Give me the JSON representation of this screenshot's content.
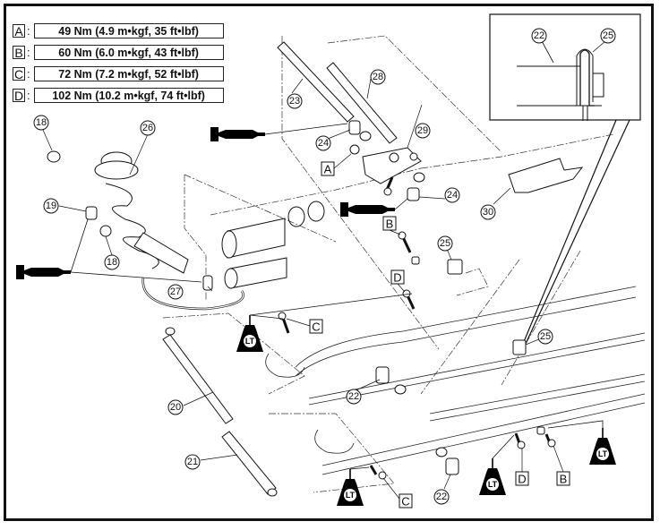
{
  "torque_specs": [
    {
      "key": "A",
      "value": "49 Nm (4.9 m•kgf, 35 ft•lbf)"
    },
    {
      "key": "B",
      "value": "60 Nm (6.0 m•kgf, 43 ft•lbf)"
    },
    {
      "key": "C",
      "value": "72 Nm (7.2 m•kgf, 52 ft•lbf)"
    },
    {
      "key": "D",
      "value": "102 Nm (10.2 m•kgf, 74 ft•lbf)"
    }
  ],
  "inset": {
    "callouts": [
      "22",
      "25"
    ]
  },
  "callouts": {
    "c18a": "18",
    "c18b": "18",
    "c19": "19",
    "c20": "20",
    "c21": "21",
    "c22a": "22",
    "c22b": "22",
    "c23": "23",
    "c24a": "24",
    "c24b": "24",
    "c25a": "25",
    "c25b": "25",
    "c26": "26",
    "c27": "27",
    "c28": "28",
    "c29": "29",
    "c30": "30"
  },
  "torque_labels": {
    "a1": "A",
    "b1": "B",
    "b2": "B",
    "c1": "C",
    "c2": "C",
    "d1": "D",
    "d2": "D"
  },
  "lt_label": "LT",
  "icons": {
    "grease_gun": "grease-gun-icon",
    "locktite": "locktite-bottle-icon"
  }
}
